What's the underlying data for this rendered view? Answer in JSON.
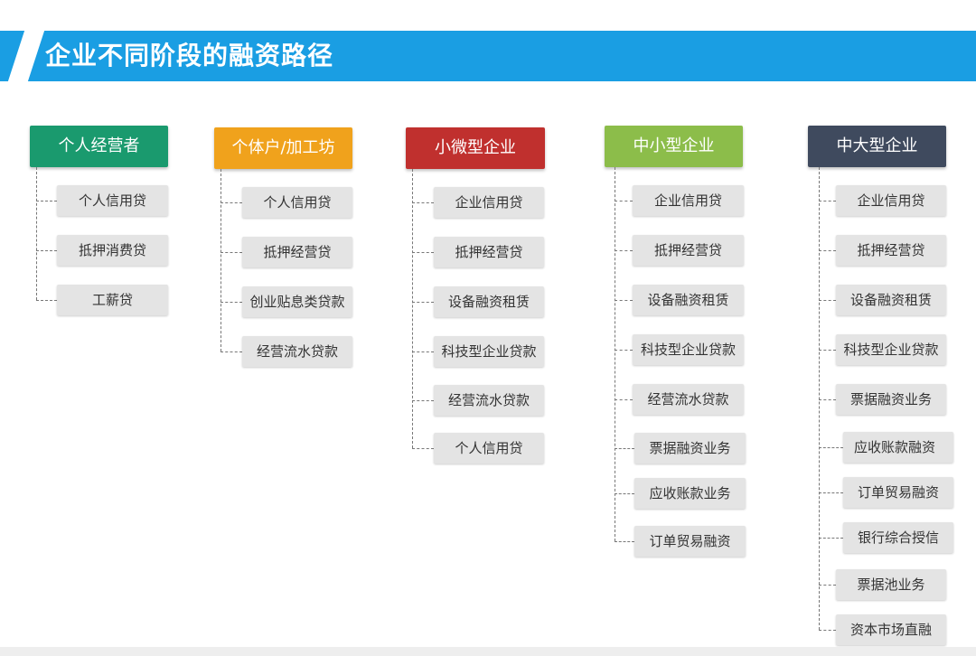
{
  "title": "企业不同阶段的融资路径",
  "stages": [
    {
      "header": "个人经营者",
      "color": "#1a9a6e",
      "items": [
        "个人信用贷",
        "抵押消费贷",
        "工薪贷"
      ]
    },
    {
      "header": "个体户/加工坊",
      "color": "#f0a21c",
      "items": [
        "个人信用贷",
        "抵押经营贷",
        "创业贴息类贷款",
        "经营流水贷款"
      ]
    },
    {
      "header": "小微型企业",
      "color": "#c0302e",
      "items": [
        "企业信用贷",
        "抵押经营贷",
        "设备融资租赁",
        "科技型企业贷款",
        "经营流水贷款",
        "个人信用贷"
      ]
    },
    {
      "header": "中小型企业",
      "color": "#8cbd4a",
      "items": [
        "企业信用贷",
        "抵押经营贷",
        "设备融资租赁",
        "科技型企业贷款",
        "经营流水贷款",
        "票据融资业务",
        "应收账款业务",
        "订单贸易融资"
      ]
    },
    {
      "header": "中大型企业",
      "color": "#3f4a5e",
      "items": [
        "企业信用贷",
        "抵押经营贷",
        "设备融资租赁",
        "科技型企业贷款",
        "票据融资业务",
        "应收账款融资",
        "订单贸易融资",
        "银行综合授信",
        "票据池业务",
        "资本市场直融"
      ]
    }
  ]
}
